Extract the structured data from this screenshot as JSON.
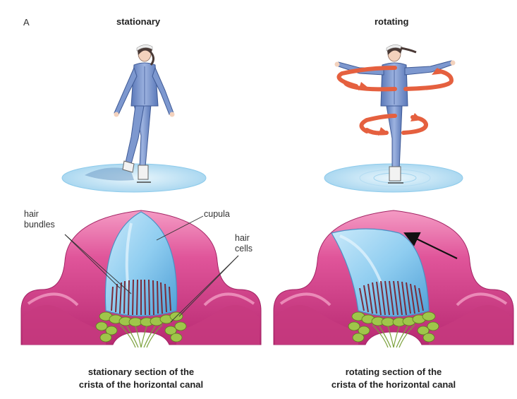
{
  "panel_letter": "A",
  "headings": {
    "left": "stationary",
    "right": "rotating"
  },
  "labels": {
    "hair_bundles_1": "hair",
    "hair_bundles_2": "bundles",
    "cupula": "cupula",
    "hair_cells_1": "hair",
    "hair_cells_2": "cells"
  },
  "captions": {
    "left_1": "stationary section of the",
    "left_2": "crista of the horizontal canal",
    "right_1": "rotating section of the",
    "right_2": "crista of the horizontal canal"
  },
  "colors": {
    "crista_pink": "#d43f87",
    "crista_light": "#f28bbb",
    "cupula_blue": "#7ec3ec",
    "hair_cell_green": "#9fc64a",
    "skater_suit": "#6f8cc8",
    "ice": "#bfe3f5",
    "rotation_arrow": "#e5603f"
  }
}
